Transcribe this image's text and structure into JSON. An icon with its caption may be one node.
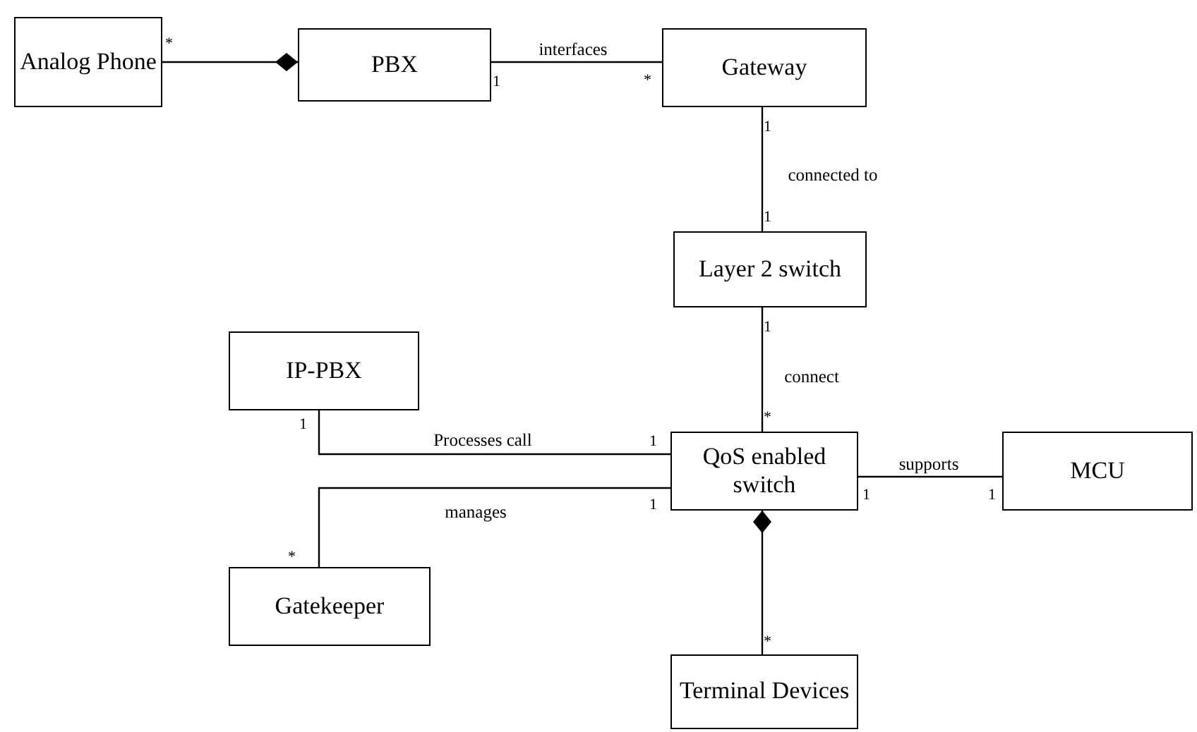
{
  "diagram": {
    "nodes": [
      {
        "text": [
          "Analog Phone"
        ]
      },
      {
        "text": [
          "PBX"
        ]
      },
      {
        "text": [
          "Gateway"
        ]
      },
      {
        "text": [
          "Layer 2 switch"
        ]
      },
      {
        "text": [
          "IP-PBX"
        ]
      },
      {
        "text": [
          "QoS enabled switch"
        ]
      },
      {
        "text": [
          "MCU"
        ]
      },
      {
        "text": [
          "Gatekeeper"
        ]
      },
      {
        "text": [
          "Terminal Devices"
        ]
      }
    ],
    "edges": [
      {
        "from": 0,
        "to": 1,
        "arrow": "other"
      },
      {
        "from": 1,
        "to": 2,
        "arrow": "none",
        "label": "interfaces"
      },
      {
        "from": 2,
        "to": 3,
        "arrow": "none",
        "label": "connected to"
      },
      {
        "from": 3,
        "to": 5,
        "arrow": "none",
        "label": "connect"
      },
      {
        "from": 4,
        "to": 5,
        "arrow": "none",
        "label": "Processes call"
      },
      {
        "from": 7,
        "to": 5,
        "arrow": "none",
        "label": "manages"
      },
      {
        "from": 5,
        "to": 6,
        "arrow": "none",
        "label": "supports"
      },
      {
        "from": 8,
        "to": 5,
        "arrow": "other"
      }
    ],
    "labels": [
      "*",
      "1",
      "*",
      "1",
      "1",
      "1",
      "*",
      "1",
      "1",
      "1",
      "*",
      "1",
      "1",
      "*"
    ]
  }
}
